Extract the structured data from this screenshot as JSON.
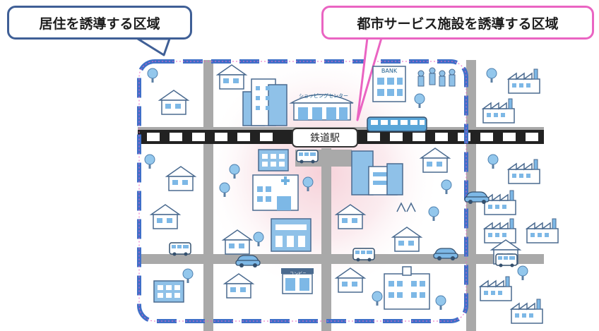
{
  "callouts": {
    "residential": "居住を誘導する区域",
    "urban_services": "都市サービス施設を誘導する区域"
  },
  "map": {
    "station": "鉄道駅",
    "shopping_center_sign": "ショッピングセンター",
    "bank_sign": "BANK",
    "konbini_sign": "コンビニ"
  },
  "colors": {
    "residential_border": "#3f6fc8",
    "urban_border": "#ea64c2",
    "road": "#a9a9a9",
    "building": "#6fb0df",
    "halo": "#f7d7dd"
  }
}
